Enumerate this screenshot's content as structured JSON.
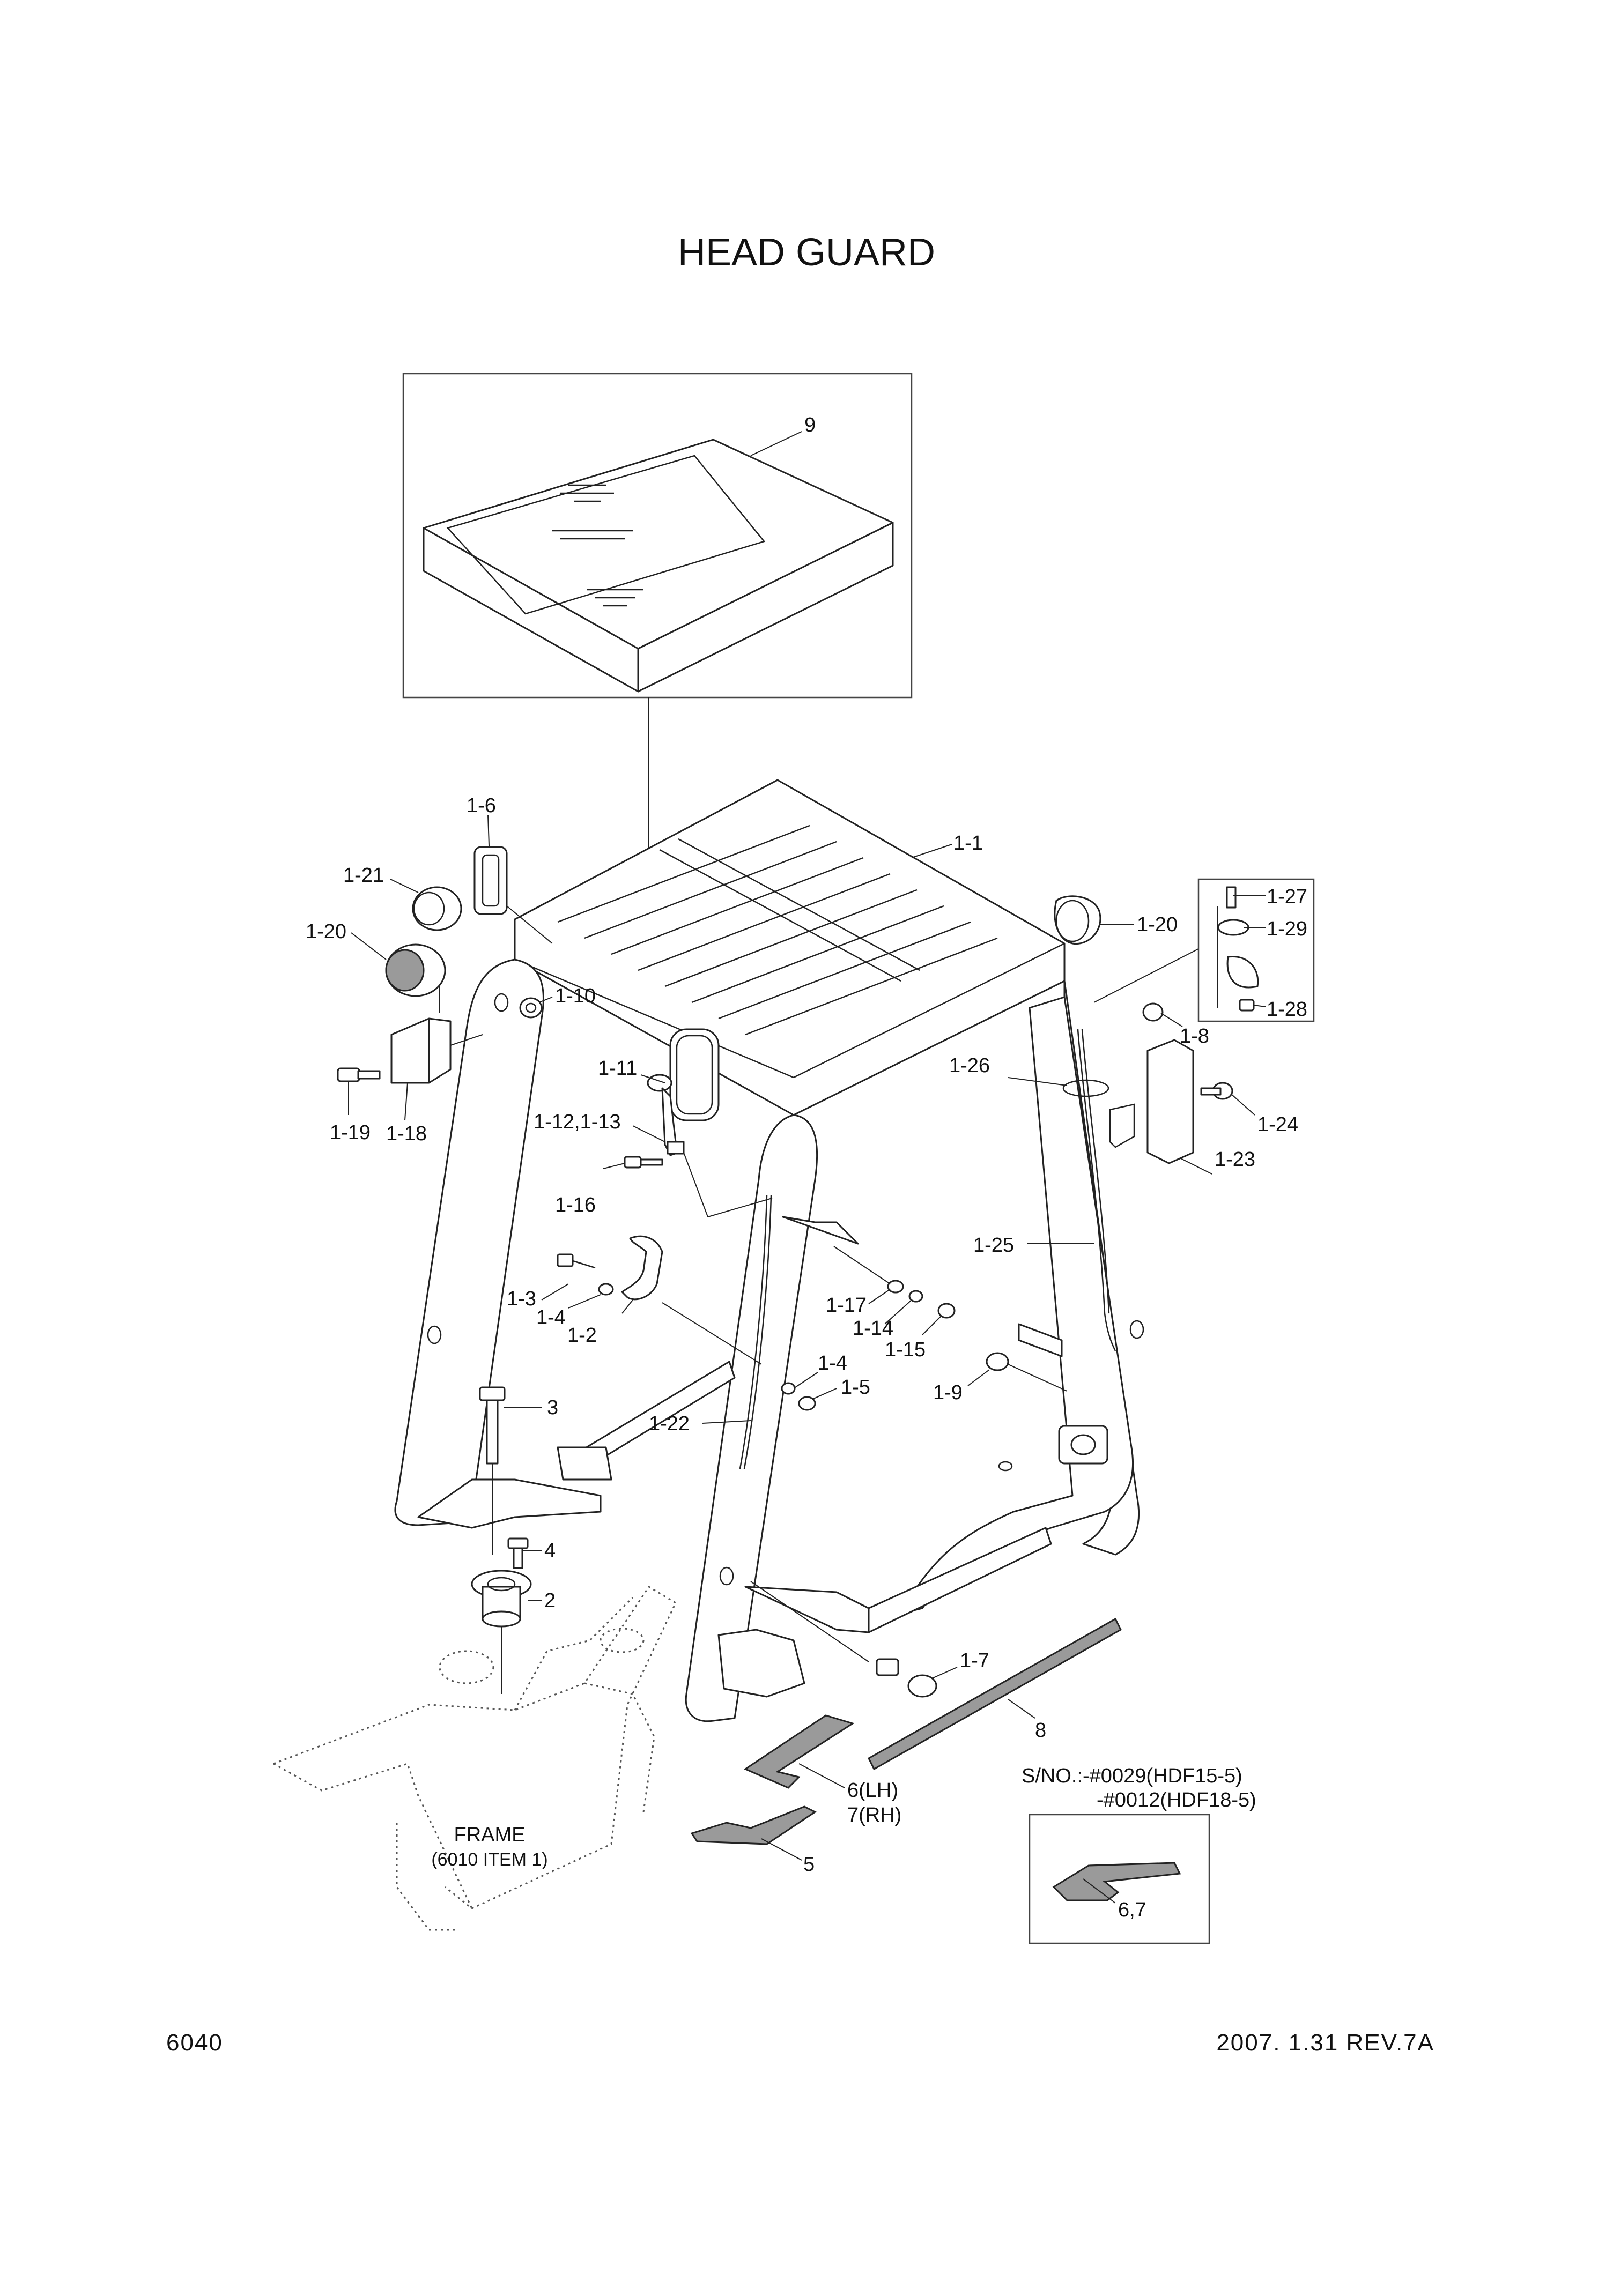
{
  "title": "HEAD GUARD",
  "page_number": "6040",
  "revision": "2007. 1.31 REV.7A",
  "frame_label": [
    "FRAME",
    "(6010 ITEM 1)"
  ],
  "serial_note": [
    "S/NO.:-#0029(HDF15-5)",
    "-#0012(HDF18-5)"
  ],
  "callouts": {
    "c9": "9",
    "c1_1": "1-1",
    "c1_6": "1-6",
    "c1_21": "1-21",
    "c1_20a": "1-20",
    "c1_20b": "1-20",
    "c1_10": "1-10",
    "c1_19": "1-19",
    "c1_18": "1-18",
    "c1_11": "1-11",
    "c1_12_13": "1-12,1-13",
    "c1_16": "1-16",
    "c1_3": "1-3",
    "c1_4a": "1-4",
    "c1_2": "1-2",
    "c1_17": "1-17",
    "c1_14": "1-14",
    "c1_15": "1-15",
    "c1_4b": "1-4",
    "c1_5": "1-5",
    "c1_22": "1-22",
    "c1_9": "1-9",
    "c1_25": "1-25",
    "c1_26": "1-26",
    "c1_8": "1-8",
    "c1_24": "1-24",
    "c1_23": "1-23",
    "c1_27": "1-27",
    "c1_29": "1-29",
    "c1_28": "1-28",
    "c3": "3",
    "c4": "4",
    "c2": "2",
    "c1_7": "1-7",
    "c8": "8",
    "c6": "6(LH)",
    "c7": "7(RH)",
    "c5": "5",
    "c6_7": "6,7"
  }
}
